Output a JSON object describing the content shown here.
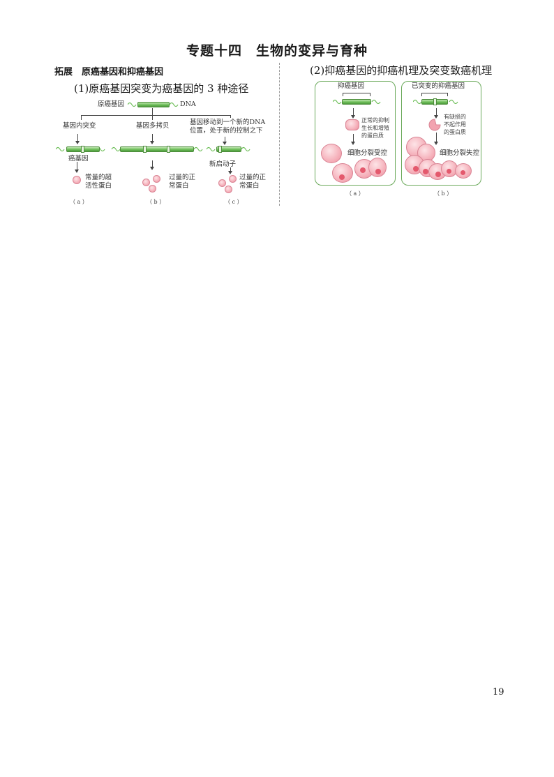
{
  "page": {
    "title": "专题十四　生物的变异与育种",
    "section": "拓展　原癌基因和抑癌基因",
    "page_number": "19"
  },
  "left": {
    "subtitle": "(1)原癌基因突变为癌基因的 3 种途径",
    "proto_label": "原癌基因",
    "dna_label": "DNA",
    "path_a": "基因内突变",
    "path_b": "基因多拷贝",
    "path_c_line1": "基因移动到一个新的DNA",
    "path_c_line2": "位置，处于新的控制之下",
    "oncogene_label": "癌基因",
    "promoter_label": "新启动子",
    "result_a_line1": "常量的超",
    "result_a_line2": "活性蛋白",
    "result_b_line1": "过量的正",
    "result_b_line2": "常蛋白",
    "result_c_line1": "过量的正",
    "result_c_line2": "常蛋白",
    "cap_a": "（ a ）",
    "cap_b": "（ b ）",
    "cap_c": "（ c ）"
  },
  "right": {
    "subtitle": "(2)抑癌基因的抑癌机理及突变致癌机理",
    "panel_a_gene": "抑癌基因",
    "panel_a_protein_1": "正常的抑制",
    "panel_a_protein_2": "生长和增殖",
    "panel_a_protein_3": "的蛋白质",
    "panel_a_result": "细胞分裂受控",
    "panel_b_gene": "已突变的抑癌基因",
    "panel_b_protein_1": "有缺损的",
    "panel_b_protein_2": "不起作用",
    "panel_b_protein_3": "的蛋白质",
    "panel_b_result": "细胞分裂失控",
    "cap_a": "（ a ）",
    "cap_b": "（ b ）"
  }
}
